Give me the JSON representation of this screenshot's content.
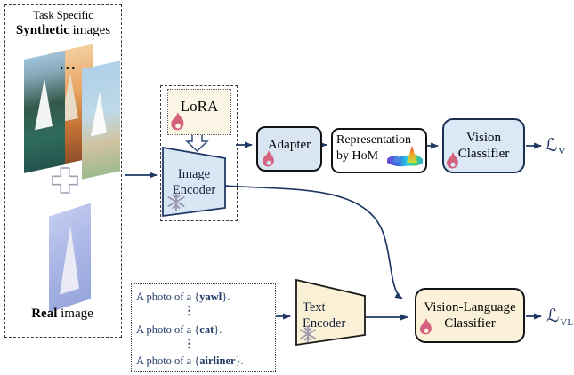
{
  "palette": {
    "navy_arrow": "#1f3864",
    "blue_fill": "#dbe8f5",
    "cream_fill": "#faf1d8",
    "lora_fill": "#fbf5e6",
    "flame_pink": "#d4617e",
    "snowflake_gray": "#9b99ae",
    "border_ink": "#101318"
  },
  "icons": {
    "flame": "flame-icon (trainable)",
    "snowflake": "snowflake-icon (frozen)",
    "plus": "plus-icon",
    "block_down_arrow": "block-down-arrow-icon",
    "hom_surface": "rainbow-surface-plot-icon"
  },
  "left_panel": {
    "title": "Task Specific",
    "subtitle_bold": "Synthetic",
    "subtitle_rest": " images",
    "ellipsis": "...",
    "caption_bold": "Real",
    "caption_rest": " image"
  },
  "encoder_block": {
    "lora_label": "LoRA",
    "image_encoder_line1": "Image",
    "image_encoder_line2": "Encoder"
  },
  "adapter": {
    "label": "Adapter"
  },
  "representation": {
    "line1": "Representation",
    "line2": "by HoM"
  },
  "vision_classifier": {
    "line1": "Vision",
    "line2": "Classifier"
  },
  "loss_vision": {
    "symbol": "ℒ",
    "subscript": "V"
  },
  "prompts": {
    "vdots": "⋮",
    "rows": [
      {
        "pre": "A photo of a {",
        "word": "yawl",
        "post": "}."
      },
      {
        "pre": "A photo of a {",
        "word": "cat",
        "post": "}."
      },
      {
        "pre": "A photo of a {",
        "word": "airliner",
        "post": "}."
      }
    ]
  },
  "text_encoder": {
    "line1": "Text",
    "line2": "Encoder"
  },
  "vl_classifier": {
    "line1": "Vision-Language",
    "line2": "Classifier"
  },
  "loss_vl": {
    "symbol": "ℒ",
    "subscript": "VL"
  }
}
